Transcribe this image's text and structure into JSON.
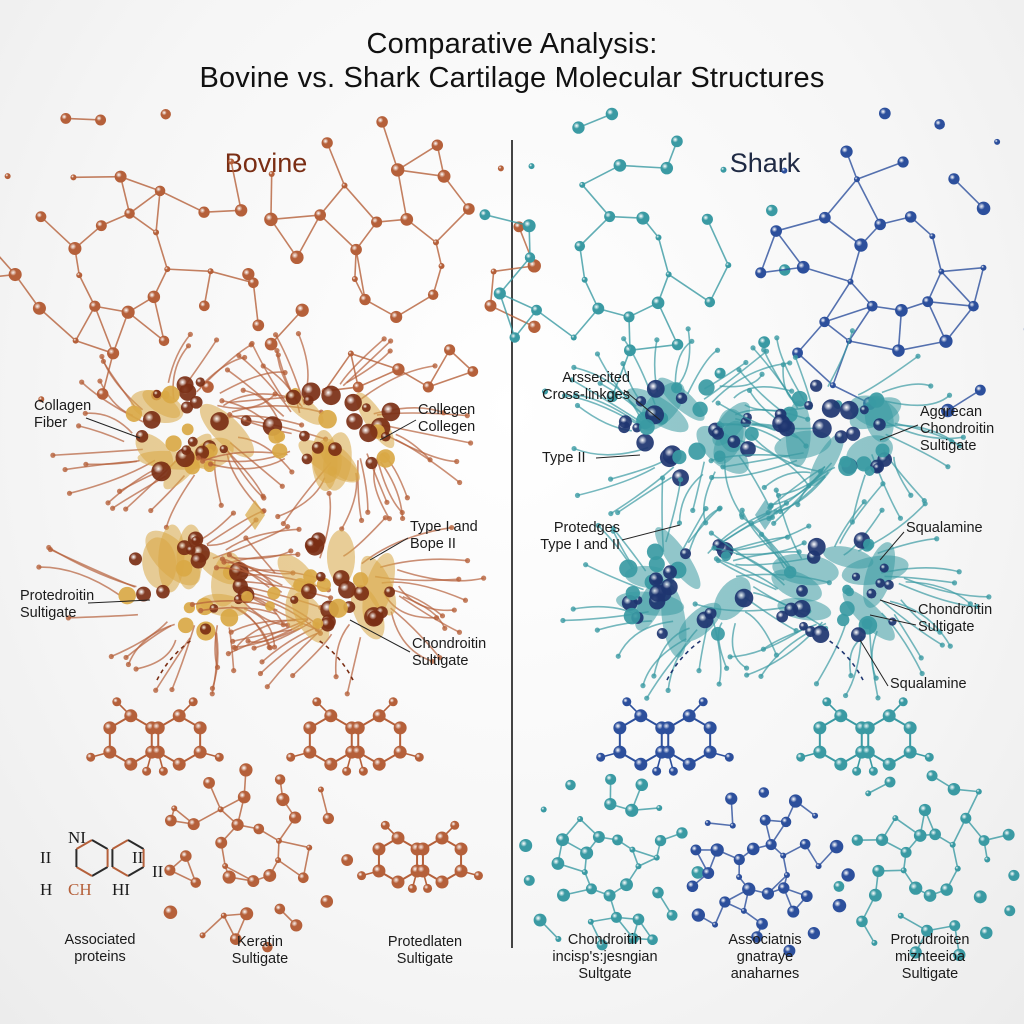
{
  "title": {
    "line1": "Comparative Analysis:",
    "line2": "Bovine vs. Shark Cartilage Molecular Structures"
  },
  "colors": {
    "bovine_dark": "#7a2e14",
    "bovine_mid": "#b5603a",
    "bovine_gold": "#d9a845",
    "shark_teal": "#3a9aa3",
    "shark_blue": "#2c4f9c",
    "shark_navy": "#1e3570"
  },
  "bovine": {
    "heading": "Bovine",
    "labels": {
      "collagen_fiber": "Collagen\nFiber",
      "collagen_collegen": "Collegen\nCollegen",
      "type_i_bope_ii": "Type I and\nBope II",
      "protedroitin": "Protedroitin\nSultigate",
      "chondroitin": "Chondroitin\nSultigate"
    },
    "chem_glyphs": {
      "n": "NI",
      "i1": "II",
      "i2": "II",
      "i3": "II",
      "h": "H",
      "ch": "CH",
      "hi": "HI"
    },
    "bottom": {
      "associated": "Associated\nproteins",
      "keratin": "Keratin\nSultigate",
      "protedlaten": "Protedlaten\nSultigate"
    }
  },
  "shark": {
    "heading": "Shark",
    "labels": {
      "associated_cross": "Arssecited\nCross-linkges",
      "aggrecan": "Aggrecan\nChondroitin\nSultigate",
      "type_ii": "Type II",
      "squalamine1": "Squalamine",
      "protedges": "Protedges\nType I and II",
      "chondroitin": "Chondroitin\nSultigate",
      "squalamine2": "Squalamine"
    },
    "bottom": {
      "chondroitin": "Chondroitin\nincisp's:jesngian\nSultgate",
      "associatnis": "Associatnis\ngnatraye\nanaharnes",
      "protudroiten": "Protudroiten\nmiznteeioa\nSultigate"
    }
  }
}
